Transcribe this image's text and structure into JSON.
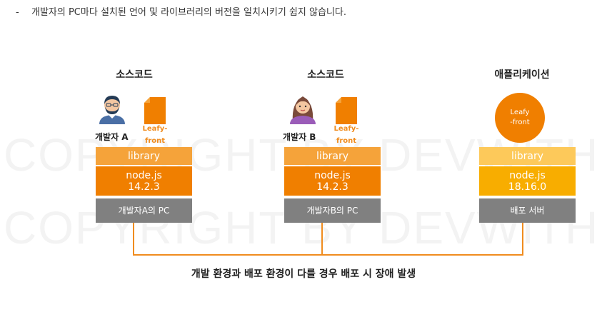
{
  "intro": {
    "bullet": "-",
    "text": "개발자의 PC마다 설치된 언어 및 라이브러리의 버전을 일치시키기 쉽지 않습니다."
  },
  "columns": [
    {
      "title": "소스코드",
      "person_label": "개발자 A",
      "doc_label_1": "Leafy-",
      "doc_label_2": "front",
      "library": "library",
      "runtime_1": "node.js",
      "runtime_2": "14.2.3",
      "platform": "개발자A의 PC"
    },
    {
      "title": "소스코드",
      "person_label": "개발자 B",
      "doc_label_1": "Leafy-",
      "doc_label_2": "front",
      "library": "library",
      "runtime_1": "node.js",
      "runtime_2": "14.2.3",
      "platform": "개발자B의 PC"
    },
    {
      "title": "애플리케이션",
      "app_label_1": "Leafy",
      "app_label_2": "-front",
      "library": "library",
      "runtime_1": "node.js",
      "runtime_2": "18.16.0",
      "platform": "배포 서버"
    }
  ],
  "conclusion": "개발 환경과 배포 환경이 다를 경우 배포 시 장애 발생",
  "colors": {
    "orange_dark": "#f07f00",
    "orange_light": "#f5a33a",
    "yellow_light": "#fdc95a",
    "yellow": "#f8ad00",
    "gray": "#808080",
    "connector": "#f08c1e"
  }
}
